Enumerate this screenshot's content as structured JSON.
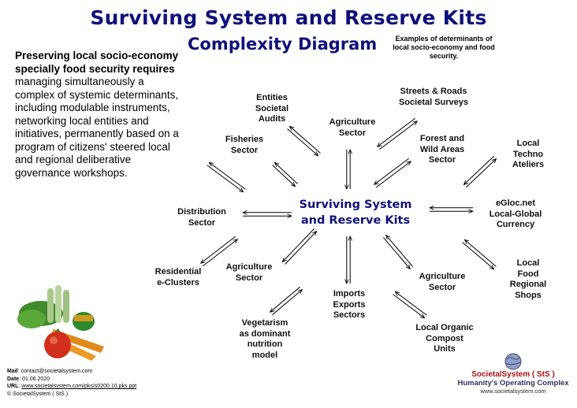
{
  "header": {
    "title": "Surviving System and Reserve Kits",
    "subtitle": "Complexity Diagram",
    "note": "Examples of determinants of local socio-economy and food security."
  },
  "intro": {
    "bold_part": "Preserving local socio-economy specially food security requires",
    "rest": " managing simultaneously a complex of systemic determinants, including modulable instruments, networking local entities and initiatives, permanently based on a program of citizens' steered local and regional deliberative governance workshops."
  },
  "center": {
    "line1": "Surviving System",
    "line2": "and Reserve Kits"
  },
  "nodes": {
    "entities": "Entities\nSocietal\nAudits",
    "streets": "Streets & Roads\nSocietal Surveys",
    "agri_top": "Agriculture\nSector",
    "fisheries": "Fisheries\nSector",
    "forest": "Forest and\nWild Areas\nSector",
    "techno": "Local\nTechno\nAteliers",
    "distribution": "Distribution\nSector",
    "egloc": "eGloc.net\nLocal-Global\nCurrency",
    "residential": "Residential\ne-Clusters",
    "agri_left": "Agriculture\nSector",
    "imports": "Imports\nExports\nSectors",
    "agri_right": "Agriculture\nSector",
    "shops": "Local\nFood\nRegional\nShops",
    "vegetarism": "Vegetarism\nas dominant\nnutrition\nmodel",
    "compost": "Local Organic\nCompost\nUnits"
  },
  "footer": {
    "mail_label": "Mail",
    "mail": ": contact@societalsystem.com",
    "date_label": "Date",
    "date": ": 01.06.2020",
    "url_label": "URL",
    "url": "www.societalsystem.com/pks/s0200.10.pks.ppt",
    "copyright": "© SocietalSystem ( StS )"
  },
  "logo": {
    "brand": "SocietalSystem ( StS )",
    "tagline": "Humanity's Operating Complex",
    "site": "www.societalsystem.com"
  },
  "icons": [
    "double-arrow-icon",
    "vegetables-illustration",
    "globe-logo-icon"
  ],
  "colors": {
    "title": "#10107a",
    "brand": "#b01010"
  }
}
